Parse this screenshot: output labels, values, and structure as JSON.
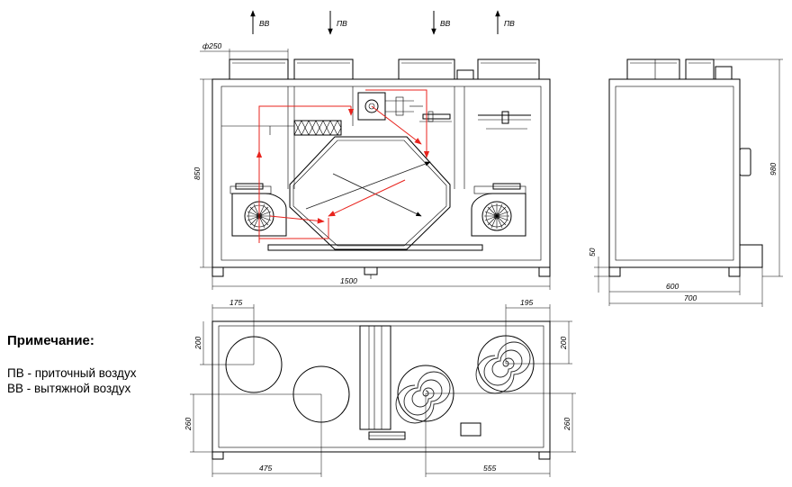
{
  "flow_labels": {
    "top_left_bb": "BB",
    "top_left_pb": "ПВ",
    "top_right_bb": "BB",
    "top_right_pb": "ПВ"
  },
  "dimensions": {
    "duct_diameter": "ф250",
    "front_height": "850",
    "front_width": "1500",
    "side_height": "980",
    "side_foot": "50",
    "side_depth_inner": "600",
    "side_depth_outer": "700",
    "plan_left_top": "175",
    "plan_right_top": "195",
    "plan_left_200": "200",
    "plan_right_200": "200",
    "plan_left_260": "260",
    "plan_right_260": "260",
    "plan_bottom_475": "475",
    "plan_bottom_555": "555"
  },
  "note": {
    "title": "Примечание:",
    "line1": "ПВ - приточный воздух",
    "line2": "ВВ - вытяжной воздух"
  },
  "colors": {
    "line": "#000000",
    "airflow": "#e8231d",
    "background": "#ffffff"
  }
}
